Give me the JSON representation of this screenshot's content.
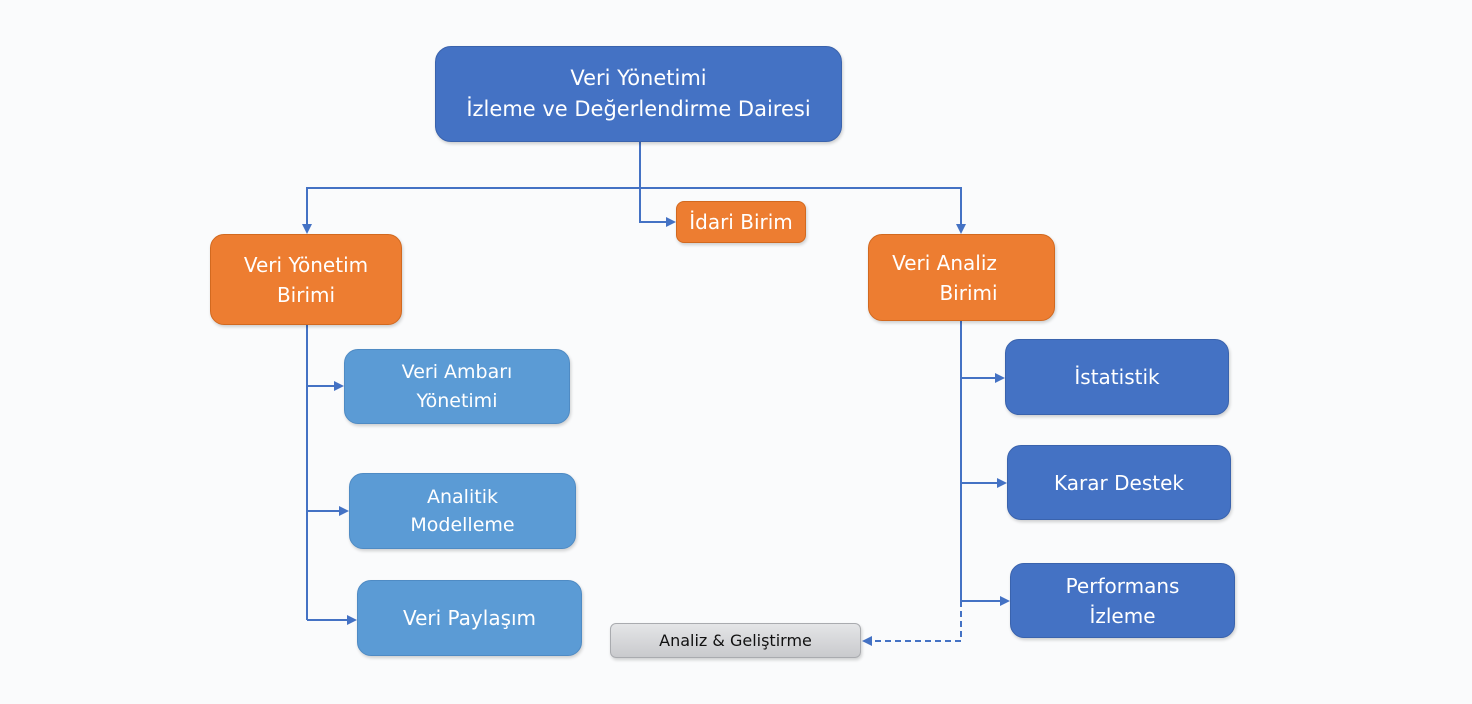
{
  "colors": {
    "head_blue": "#4472c4",
    "unit_orange": "#ed7d31",
    "sub_light_blue": "#5b9bd5",
    "sub_dark_blue": "#4472c4",
    "gray_box": "#d3d4d6",
    "connector": "#4472c4",
    "background": "#fafbfc"
  },
  "org_chart": {
    "root": {
      "line1": "Veri Yönetimi",
      "line2": "İzleme ve Değerlendirme Dairesi"
    },
    "admin_unit": {
      "label": "İdari Birim"
    },
    "data_management_unit": {
      "line1": "Veri Yönetim",
      "line2": "Birimi",
      "children": [
        {
          "line1": "Veri Ambarı",
          "line2": "Yönetimi"
        },
        {
          "line1": "Analitik",
          "line2": "Modelleme"
        },
        {
          "line1": "Veri Paylaşım",
          "line2": ""
        }
      ]
    },
    "data_analysis_unit": {
      "line1": "Veri Analiz",
      "line2": "Birimi",
      "children": [
        {
          "line1": "İstatistik",
          "line2": ""
        },
        {
          "line1": "Karar Destek",
          "line2": ""
        },
        {
          "line1": "Performans",
          "line2": "İzleme"
        }
      ]
    },
    "dev_box": {
      "label": "Analiz & Geliştirme",
      "connection": "dashed",
      "from": "Veri Analiz Birimi"
    }
  }
}
